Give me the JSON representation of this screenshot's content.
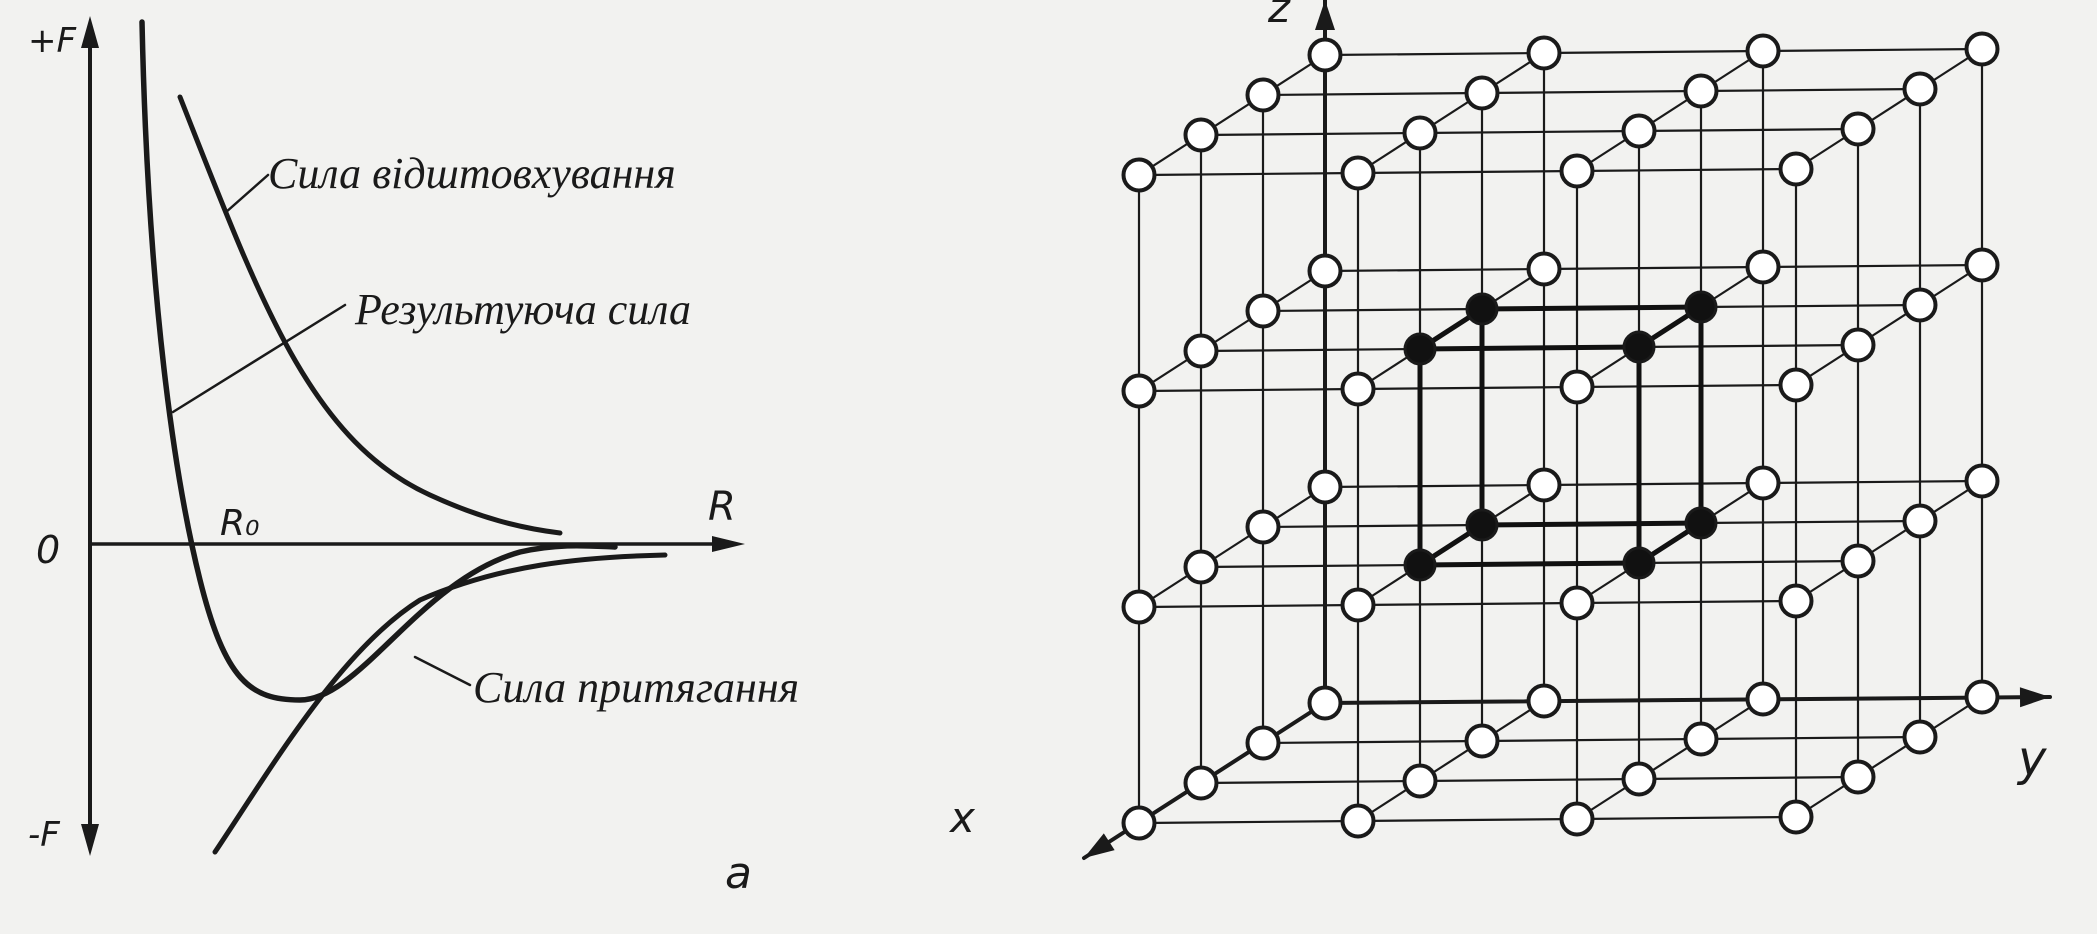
{
  "force_graph": {
    "labels": {
      "y_pos": "+F",
      "y_neg": "-F",
      "origin": "0",
      "r0": "R₀",
      "r_axis": "R",
      "panel": "a"
    },
    "curves": {
      "repulsion": "Сила відштовхування",
      "resultant": "Результуюча сила",
      "attraction": "Сила притягання"
    }
  },
  "lattice": {
    "axis_labels": {
      "x": "x",
      "y": "y",
      "z": "z"
    },
    "grid_size": [
      3,
      3,
      3
    ],
    "dark_atoms": [
      [
        1,
        1,
        1
      ],
      [
        1,
        2,
        1
      ],
      [
        2,
        1,
        1
      ],
      [
        2,
        2,
        1
      ],
      [
        1,
        1,
        2
      ],
      [
        1,
        2,
        2
      ],
      [
        2,
        1,
        2
      ],
      [
        2,
        2,
        2
      ]
    ]
  }
}
